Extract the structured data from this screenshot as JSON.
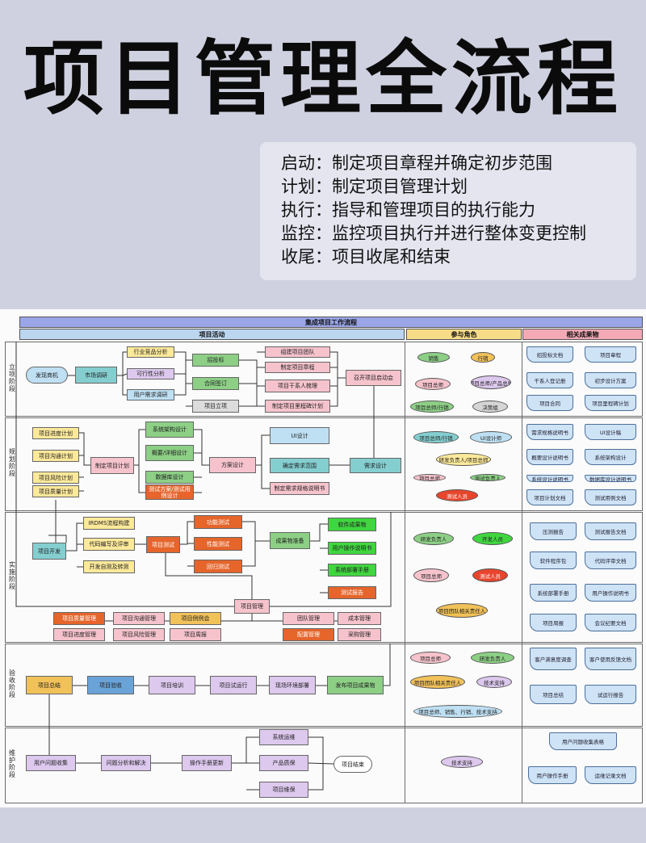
{
  "title": "项目管理全流程",
  "summary": [
    "启动：制定项目章程并确定初步范围",
    "计划：制定项目管理计划",
    "执行：指导和管理项目的执行能力",
    "监控：监控项目执行并进行整体变更控制",
    "收尾：项目收尾和结束"
  ],
  "diagram": {
    "title": "集成项目工作流程",
    "col_headers": [
      "项目活动",
      "参与角色",
      "相关成果物"
    ],
    "stages": [
      "立项阶段",
      "规划阶段",
      "实施阶段",
      "验收阶段",
      "维护阶段"
    ],
    "colors": {
      "yellow": "#fde99a",
      "purple": "#ddc8ee",
      "green": "#8ccf85",
      "pink": "#f6c3cc",
      "lightblue": "#bfe0f3",
      "teal": "#84ced0",
      "cyan": "#a8dcee",
      "orange": "#e5652b",
      "red": "#e8452c",
      "brightgreen": "#3fd63f",
      "gold": "#f1c15a",
      "blue": "#6aa3d8",
      "header": "#9aa6e8"
    },
    "boxes": [
      {
        "t": "发现商机",
        "c": "lightblue",
        "s": "round"
      },
      {
        "t": "市场调研",
        "c": "teal"
      },
      {
        "t": "行业竞品分析",
        "c": "yellow"
      },
      {
        "t": "可行性分析",
        "c": "purple"
      },
      {
        "t": "用户需求调研",
        "c": "lightblue"
      },
      {
        "t": "招投标",
        "c": "green"
      },
      {
        "t": "合同签订",
        "c": "green"
      },
      {
        "t": "项目立项",
        "c": "grey"
      },
      {
        "t": "组建项目团队",
        "c": "pink"
      },
      {
        "t": "制定项目章程",
        "c": "pink"
      },
      {
        "t": "项目干系人梳理",
        "c": "pink"
      },
      {
        "t": "制定项目里程碑计划",
        "c": "pink"
      },
      {
        "t": "召开项目启动会",
        "c": "pink"
      },
      {
        "t": "项目进度计划",
        "c": "yellow"
      },
      {
        "t": "项目沟通计划",
        "c": "yellow"
      },
      {
        "t": "项目风险计划",
        "c": "yellow"
      },
      {
        "t": "项目质量计划",
        "c": "yellow"
      },
      {
        "t": "制定项目计划",
        "c": "pink"
      },
      {
        "t": "系统架构设计",
        "c": "green"
      },
      {
        "t": "概要/详细设计",
        "c": "green"
      },
      {
        "t": "数据库设计",
        "c": "green"
      },
      {
        "t": "测试方案/测试用例设计",
        "c": "orange"
      },
      {
        "t": "方案设计",
        "c": "pink"
      },
      {
        "t": "UI设计",
        "c": "lightblue"
      },
      {
        "t": "确定需求范围",
        "c": "teal"
      },
      {
        "t": "制定需求规格说明书",
        "c": "pink"
      },
      {
        "t": "需求设计",
        "c": "teal"
      },
      {
        "t": "项目开发",
        "c": "teal"
      },
      {
        "t": "IRDMS流程构建",
        "c": "yellow"
      },
      {
        "t": "代码编写及评审",
        "c": "yellow"
      },
      {
        "t": "开发自测及转测",
        "c": "yellow"
      },
      {
        "t": "项目测试",
        "c": "orange"
      },
      {
        "t": "功能测试",
        "c": "orange"
      },
      {
        "t": "性能测试",
        "c": "orange"
      },
      {
        "t": "回归测试",
        "c": "orange"
      },
      {
        "t": "成果物准备",
        "c": "green"
      },
      {
        "t": "软件成果物",
        "c": "brightgreen"
      },
      {
        "t": "用户操作说明书",
        "c": "brightgreen"
      },
      {
        "t": "系统部署手册",
        "c": "brightgreen"
      },
      {
        "t": "测试报告",
        "c": "orange"
      },
      {
        "t": "项目管理",
        "c": "pink"
      },
      {
        "t": "项目质量管理",
        "c": "orange"
      },
      {
        "t": "项目沟通管理",
        "c": "pink"
      },
      {
        "t": "项目例例会",
        "c": "gold"
      },
      {
        "t": "团队管理",
        "c": "pink"
      },
      {
        "t": "成本管理",
        "c": "pink"
      },
      {
        "t": "项目进度管理",
        "c": "pink"
      },
      {
        "t": "项目风险管理",
        "c": "pink"
      },
      {
        "t": "项目周报",
        "c": "pink"
      },
      {
        "t": "配置管理",
        "c": "orange"
      },
      {
        "t": "采购管理",
        "c": "pink"
      },
      {
        "t": "项目总结",
        "c": "gold"
      },
      {
        "t": "项目验收",
        "c": "blue"
      },
      {
        "t": "项目培训",
        "c": "purple"
      },
      {
        "t": "项目试运行",
        "c": "purple"
      },
      {
        "t": "现场环境部署",
        "c": "purple"
      },
      {
        "t": "发布项目成果物",
        "c": "green"
      },
      {
        "t": "用户问题收集",
        "c": "purple"
      },
      {
        "t": "问题分析和解决",
        "c": "purple"
      },
      {
        "t": "操作手册更新",
        "c": "purple"
      },
      {
        "t": "系统运维",
        "c": "purple"
      },
      {
        "t": "产品质保",
        "c": "purple"
      },
      {
        "t": "项目维保",
        "c": "purple"
      },
      {
        "t": "项目结束",
        "c": "white",
        "s": "round"
      }
    ],
    "roles": [
      {
        "t": "销售",
        "c": "#8ccf85"
      },
      {
        "t": "行销",
        "c": "#f1c15a"
      },
      {
        "t": "项目总师",
        "c": "#f6c3cc"
      },
      {
        "t": "项目总师/产品总师",
        "c": "#ddc8ee"
      },
      {
        "t": "项目总师/行销",
        "c": "#8ccf85"
      },
      {
        "t": "决策组",
        "c": "#d5d5d5"
      },
      {
        "t": "项目总师/行销",
        "c": "#84ced0"
      },
      {
        "t": "UI设计师",
        "c": "#bfe0f3"
      },
      {
        "t": "研发负责人/项目总师",
        "c": "#fde99a"
      },
      {
        "t": "项目总师",
        "c": "#f6c3cc"
      },
      {
        "t": "测试负责人",
        "c": "#8ccf85"
      },
      {
        "t": "测试人员",
        "c": "#e8452c"
      },
      {
        "t": "研发负责人",
        "c": "#8ccf85"
      },
      {
        "t": "开发人员",
        "c": "#3fd63f"
      },
      {
        "t": "项目总师",
        "c": "#f6c3cc"
      },
      {
        "t": "测试人员",
        "c": "#e8452c"
      },
      {
        "t": "项目团队相关责任人",
        "c": "#f1c15a"
      },
      {
        "t": "项目总师",
        "c": "#f6c3cc"
      },
      {
        "t": "研发负责人",
        "c": "#8ccf85"
      },
      {
        "t": "项目团队相关责任人",
        "c": "#f1c15a"
      },
      {
        "t": "技术支持",
        "c": "#ddc8ee"
      },
      {
        "t": "项目总师、销售、行销、技术支持",
        "c": "#bfe0f3"
      },
      {
        "t": "技术支持",
        "c": "#ddc8ee"
      }
    ],
    "artifacts": [
      "招投标文档",
      "项目章程",
      "干系人登记册",
      "初步设计方案",
      "项目合同",
      "项目里程碑计划",
      "需求规格说明书",
      "UI设计稿",
      "概要设计说明书",
      "系统架构设计",
      "系统设计说明书",
      "数据库设计说明书",
      "项目计划文档",
      "测试用例文档",
      "压测报告",
      "测试报告文档",
      "软件程序包",
      "代码评审文档",
      "系统部署手册",
      "用户操作说明书",
      "项目周报",
      "会议纪要文档",
      "客户满意度调查",
      "客户使用反馈文档",
      "项目总结",
      "试运行报告",
      "用户问题收集表格",
      "用户操作手册",
      "运维记录文档"
    ]
  }
}
